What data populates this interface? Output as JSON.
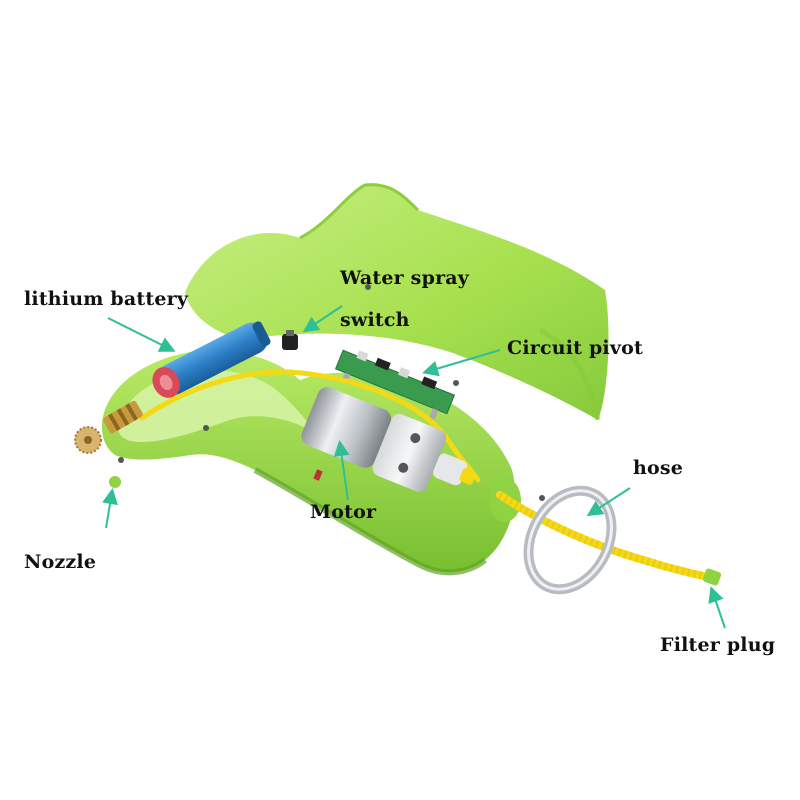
{
  "labels": {
    "lithium_battery": "lithium battery",
    "water_spray_line1": "Water spray",
    "water_spray_line2": "switch",
    "circuit_pivot": "Circuit pivot",
    "motor": "Motor",
    "hose": "hose",
    "nozzle": "Nozzle",
    "filter_plug": "Filter plug"
  },
  "colors": {
    "shell_green": "#a7e24a",
    "shell_dark": "#6fb52c",
    "arrow_teal": "#2fbf96",
    "hose_yellow": "#f3d916",
    "battery_blue": "#2f86cf",
    "battery_cap": "#d9495a",
    "pcb_green": "#3a9a4e",
    "motor_silver": "#c9cdd2",
    "ring_silver": "#cfd3d8",
    "brass": "#c99a3c"
  }
}
